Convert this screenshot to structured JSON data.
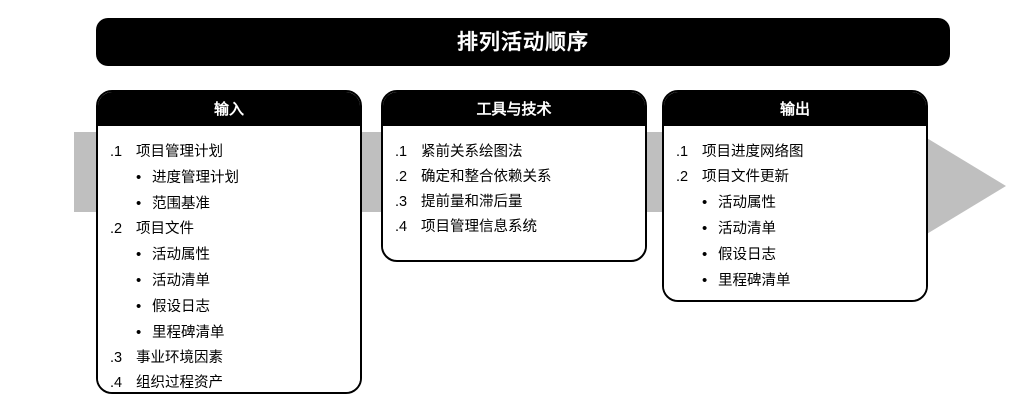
{
  "banner": {
    "title": "排列活动顺序"
  },
  "arrow": {
    "icon": "right-arrow-shape",
    "color": "#bfbfbf"
  },
  "columns": [
    {
      "id": "inputs",
      "header": "输入",
      "items": [
        {
          "type": "numbered",
          "num": ".1",
          "label": "项目管理计划"
        },
        {
          "type": "bullet",
          "dot": "•",
          "label": "进度管理计划"
        },
        {
          "type": "bullet",
          "dot": "•",
          "label": "范围基准"
        },
        {
          "type": "numbered",
          "num": ".2",
          "label": "项目文件"
        },
        {
          "type": "bullet",
          "dot": "•",
          "label": "活动属性"
        },
        {
          "type": "bullet",
          "dot": "•",
          "label": "活动清单"
        },
        {
          "type": "bullet",
          "dot": "•",
          "label": "假设日志"
        },
        {
          "type": "bullet",
          "dot": "•",
          "label": "里程碑清单"
        },
        {
          "type": "numbered",
          "num": ".3",
          "label": "事业环境因素"
        },
        {
          "type": "numbered",
          "num": ".4",
          "label": "组织过程资产"
        }
      ]
    },
    {
      "id": "tools",
      "header": "工具与技术",
      "items": [
        {
          "type": "numbered",
          "num": ".1",
          "label": "紧前关系绘图法"
        },
        {
          "type": "numbered",
          "num": ".2",
          "label": "确定和整合依赖关系"
        },
        {
          "type": "numbered",
          "num": ".3",
          "label": "提前量和滞后量"
        },
        {
          "type": "numbered",
          "num": ".4",
          "label": "项目管理信息系统"
        }
      ]
    },
    {
      "id": "outputs",
      "header": "输出",
      "items": [
        {
          "type": "numbered",
          "num": ".1",
          "label": "项目进度网络图"
        },
        {
          "type": "numbered",
          "num": ".2",
          "label": "项目文件更新"
        },
        {
          "type": "bullet",
          "dot": "•",
          "label": "活动属性"
        },
        {
          "type": "bullet",
          "dot": "•",
          "label": "活动清单"
        },
        {
          "type": "bullet",
          "dot": "•",
          "label": "假设日志"
        },
        {
          "type": "bullet",
          "dot": "•",
          "label": "里程碑清单"
        }
      ]
    }
  ]
}
